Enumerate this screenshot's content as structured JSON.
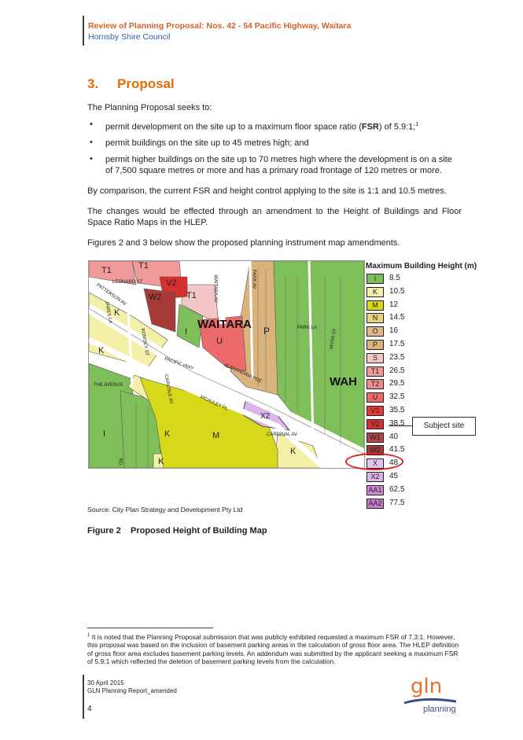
{
  "header": {
    "title": "Review of Planning Proposal: Nos. 42 - 54 Pacific Highway, Waitara",
    "subtitle": "Hornsby Shire Council"
  },
  "section": {
    "number": "3.",
    "title": "Proposal"
  },
  "intro": "The Planning Proposal seeks to:",
  "bullets": [
    {
      "before": "permit development on the site up to a maximum floor space ratio (",
      "bold": "FSR",
      "after": ") of 5.9:1;",
      "footnote": "1"
    },
    {
      "text": "permit buildings on the site up to 45 metres high; and"
    },
    {
      "text": "permit higher buildings on the site up to 70 metres high where the development is on a site of 7,500 square metres or more and has a primary road frontage of 120 metres or more."
    }
  ],
  "paragraphs": [
    "By comparison, the current FSR and height control applying to the site is 1:1 and 10.5 metres.",
    "The changes would be effected through an amendment to the Height of Buildings and Floor Space Ratio Maps in the HLEP.",
    "Figures 2 and 3 below show the proposed planning instrument map amendments."
  ],
  "map": {
    "zone_labels": [
      "T1",
      "T1",
      "V2",
      "W2",
      "T1",
      "K",
      "I",
      "U",
      "P",
      "K",
      "I",
      "K",
      "M",
      "K",
      "X2",
      "K",
      "WAITARA",
      "WAH"
    ],
    "street_labels": [
      "LEONARD ST",
      "PACIFIC HWY",
      "THE AVENUE",
      "ALEXANDRIA PDE",
      "MCAULEY PL",
      "PARK LA",
      "PARK AV",
      "MYRA ST",
      "WAITARA AV",
      "ROMSEY ST",
      "CARLISLE AV",
      "CARDINAL AV",
      "JAMES LA",
      "PATTERSON AV",
      "RD"
    ]
  },
  "legend": {
    "title": "Maximum Building Height (m)",
    "items": [
      {
        "code": "I",
        "value": "8.5",
        "color": "#7fbf5a"
      },
      {
        "code": "K",
        "value": "10.5",
        "color": "#f4f0a8"
      },
      {
        "code": "M",
        "value": "12",
        "color": "#d8d81a"
      },
      {
        "code": "N",
        "value": "14.5",
        "color": "#e6d27a"
      },
      {
        "code": "O",
        "value": "16",
        "color": "#deb888"
      },
      {
        "code": "P",
        "value": "17.5",
        "color": "#d9b27c"
      },
      {
        "code": "S",
        "value": "23.5",
        "color": "#f5c6c6"
      },
      {
        "code": "T1",
        "value": "26.5",
        "color": "#f19a9a"
      },
      {
        "code": "T2",
        "value": "29.5",
        "color": "#ef8d8d"
      },
      {
        "code": "U",
        "value": "32.5",
        "color": "#ec6a6a"
      },
      {
        "code": "V1",
        "value": "35.5",
        "color": "#e03c3c"
      },
      {
        "code": "V2",
        "value": "38.5",
        "color": "#d63030"
      },
      {
        "code": "W1",
        "value": "40",
        "color": "#b34848"
      },
      {
        "code": "W2",
        "value": "41.5",
        "color": "#a83a3a"
      },
      {
        "code": "X",
        "value": "48",
        "color": "#e2c4ee"
      },
      {
        "code": "X2",
        "value": "45",
        "color": "#dab4ea"
      },
      {
        "code": "AA1",
        "value": "62.5",
        "color": "#d68ad6"
      },
      {
        "code": "AA2",
        "value": "77.5",
        "color": "#c97ccc"
      }
    ]
  },
  "callout": "Subject site",
  "source": "Source: City Plan Strategy and Development Pty Ltd",
  "figure": {
    "label": "Figure 2",
    "title": "Proposed Height of Building Map"
  },
  "footnote": {
    "mark": "1",
    "text": "It is noted that the Planning Proposal submission that was publicly exhibited requested a maximum FSR of 7.3:1. However, this proposal was based on the inclusion of basement parking areas in the calculation of gross floor area. The HLEP definition of gross floor area excludes basement parking levels. An addendum was submitted by the applicant seeking a maximum FSR of 5.9:1 which reflected the deletion of basement parking levels from the calculation."
  },
  "footer": {
    "date": "30 April 2015",
    "report": "GLN Planning Report_amended",
    "page": "4"
  },
  "logo": {
    "top": "gln",
    "bottom": "planning"
  },
  "colors": {
    "heading": "#e36c0a",
    "header_title": "#d2622a",
    "header_sub": "#2f5f9e",
    "subject_circle": "#e01b1b"
  }
}
